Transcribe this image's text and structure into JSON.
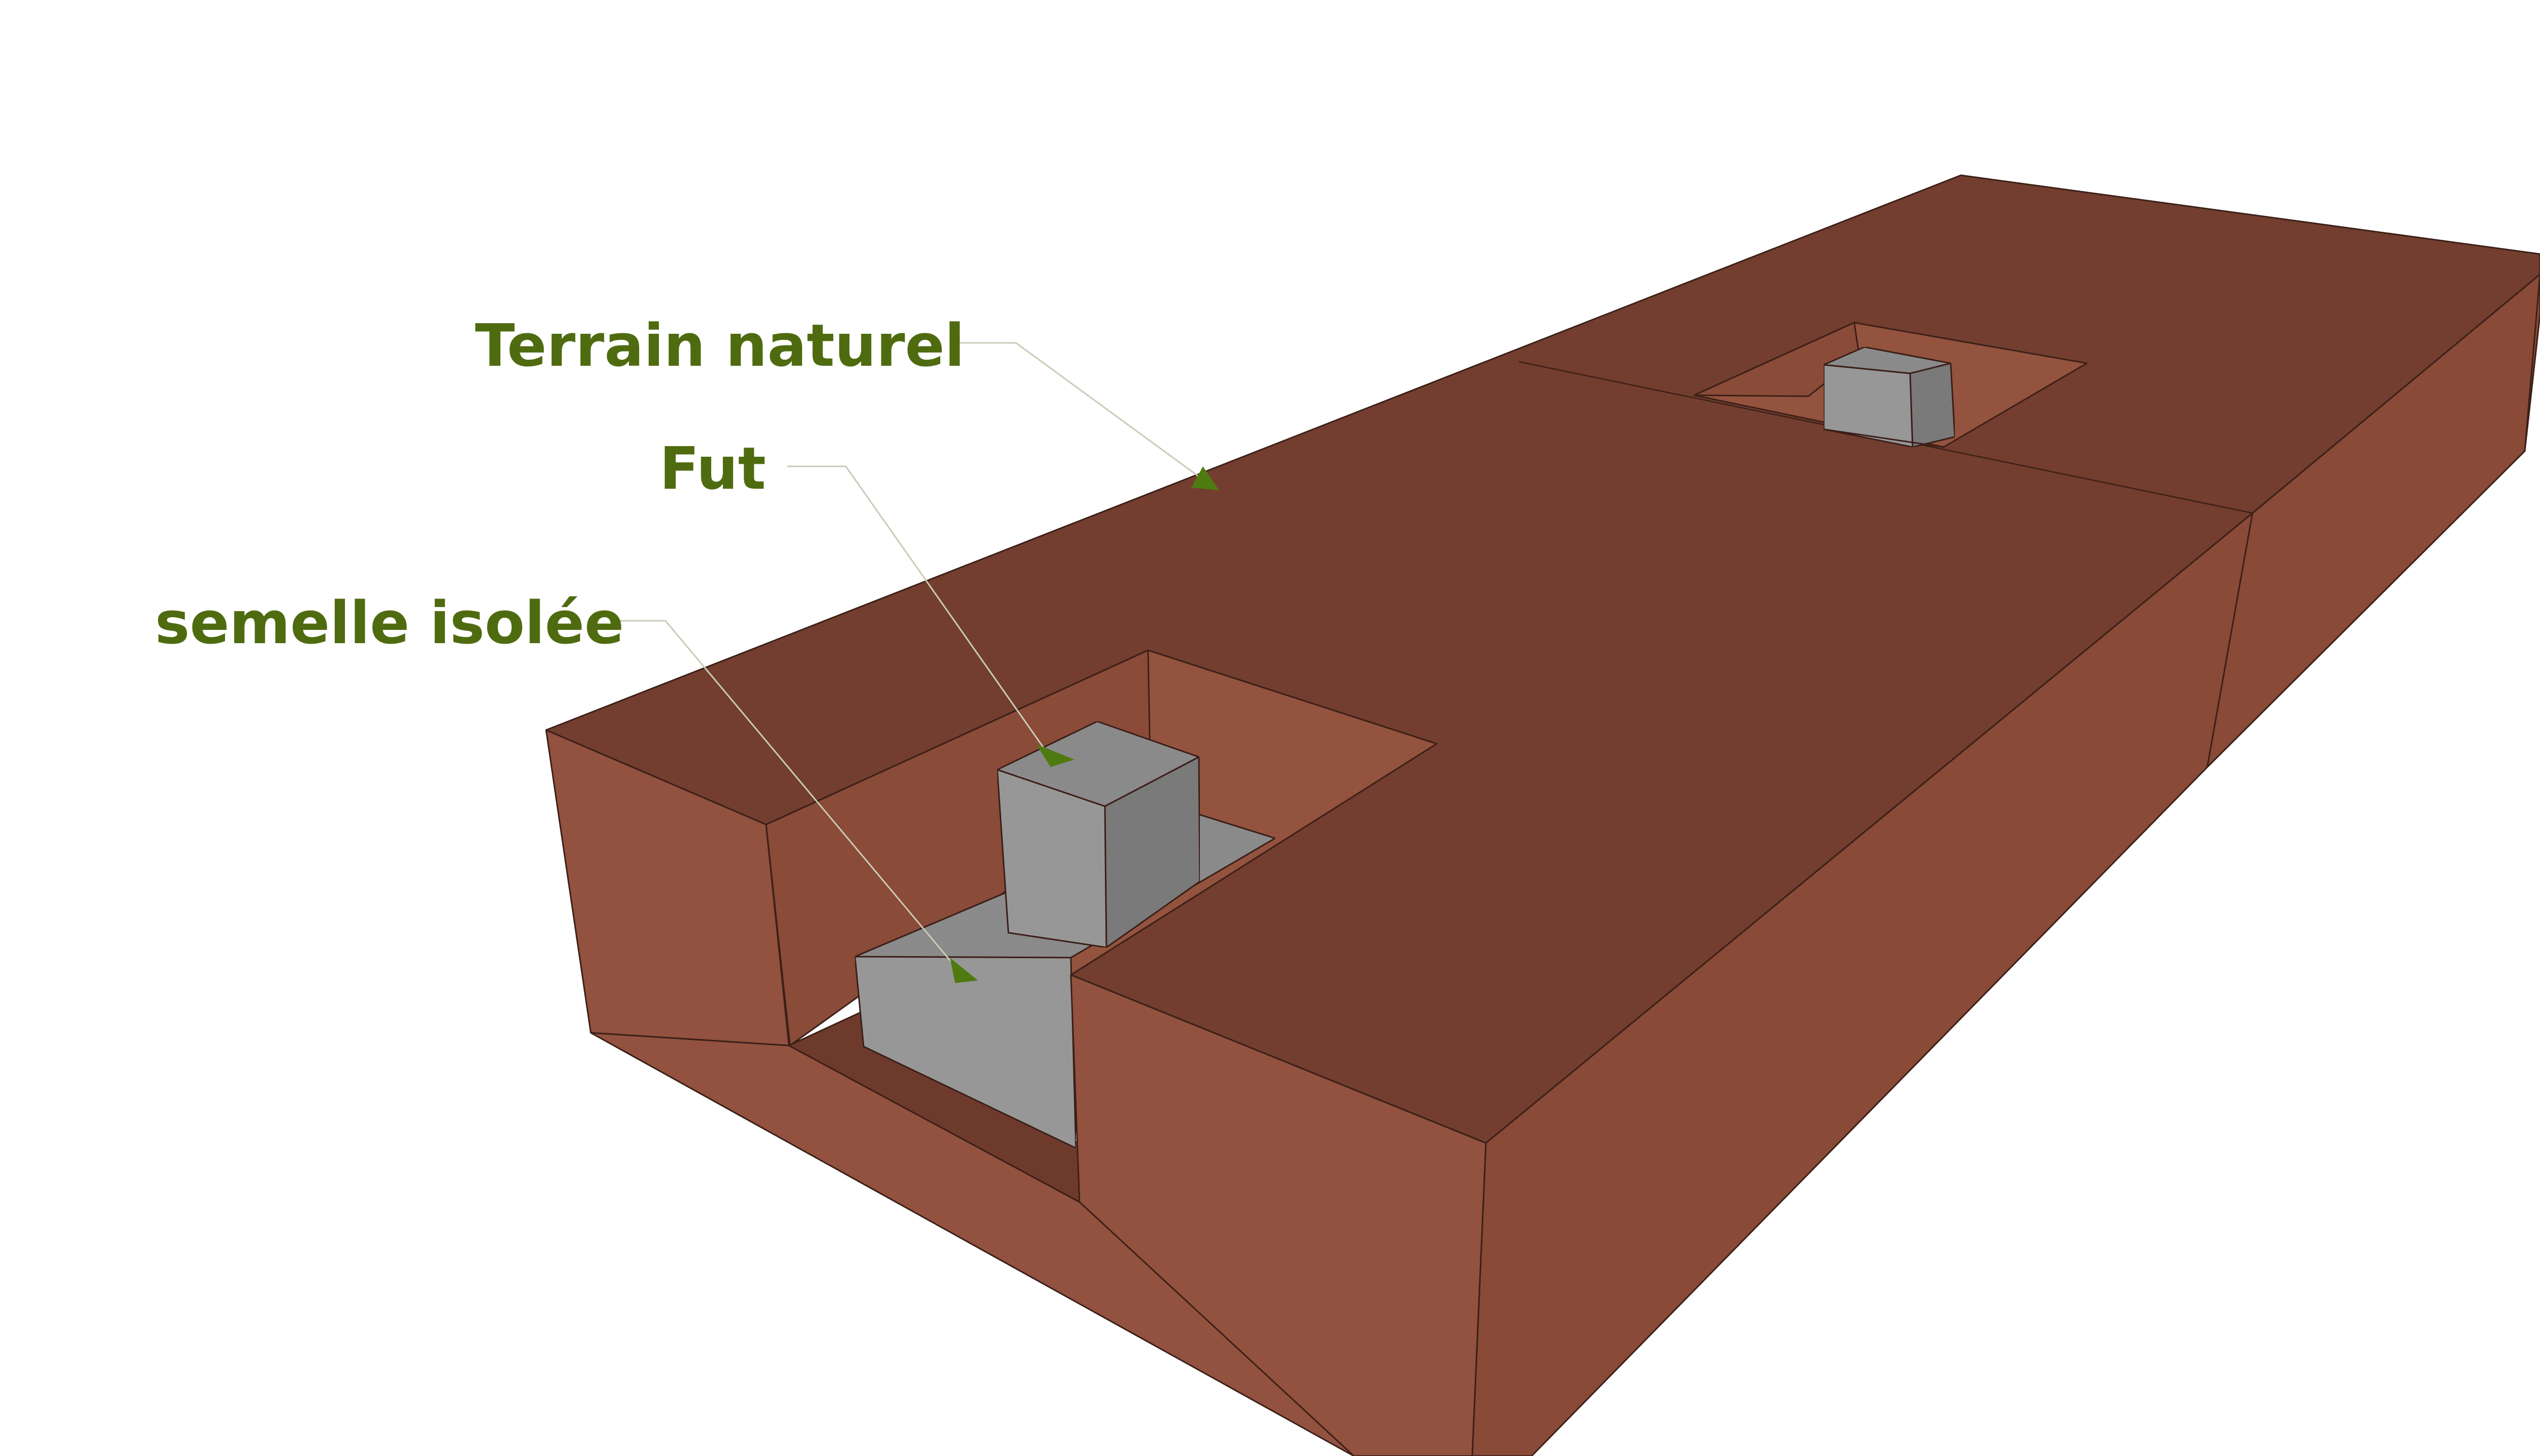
{
  "labels": {
    "terrain": "Terrain naturel",
    "fut": "Fut",
    "semelle": "semelle isolée"
  },
  "colors": {
    "label_text": "#4f6b10",
    "leader_line": "#c8ccb8",
    "arrow_tip": "#4f7a10",
    "soil_top": "#733e2f",
    "soil_side_left": "#92523f",
    "soil_side_front": "#894a37",
    "soil_side_right": "#7f4433",
    "pit_wall_light": "#94533e",
    "pit_wall_mid": "#8a4b38",
    "pit_floor_shadow": "#6e3a2c",
    "concrete_top": "#8f8f8f",
    "concrete_front": "#9c9c9c",
    "concrete_side": "#7e7e7e",
    "edge_stroke": "#3c2018"
  }
}
